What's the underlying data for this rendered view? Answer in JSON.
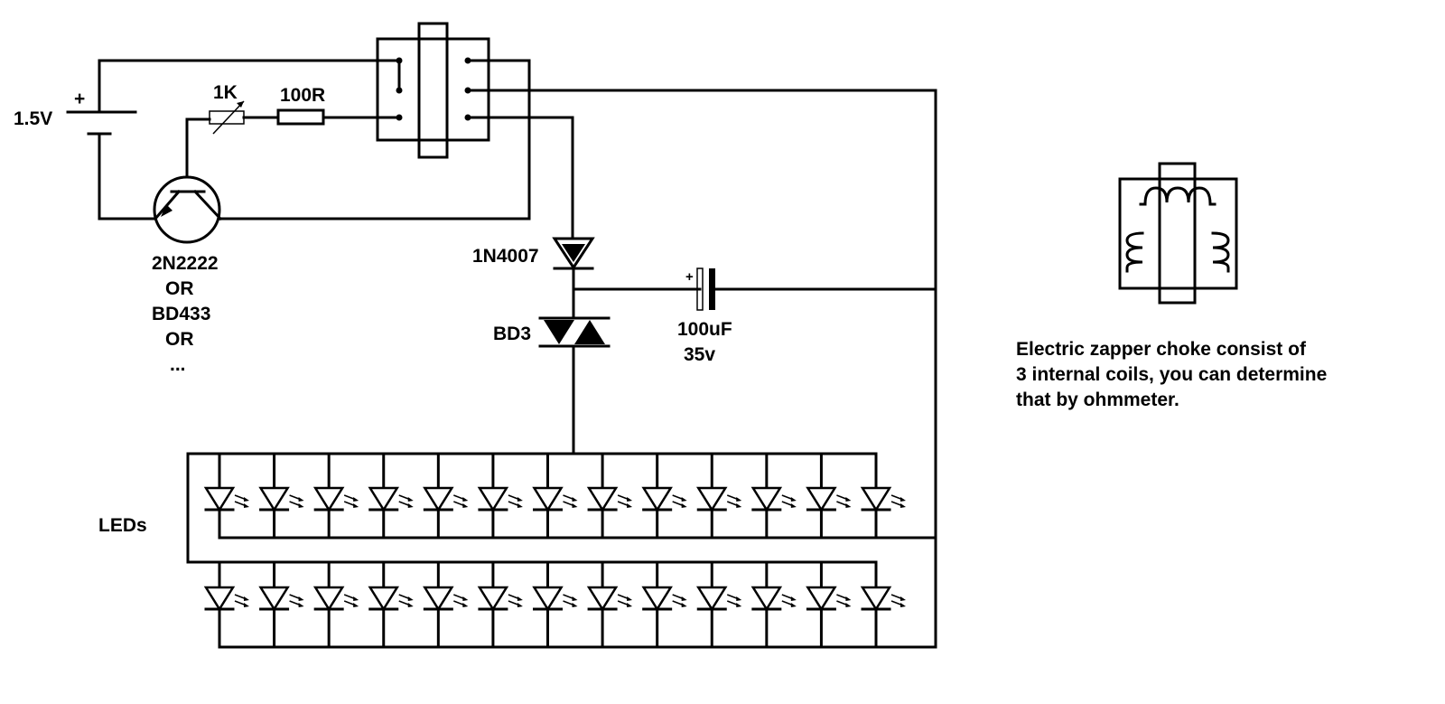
{
  "labels": {
    "battery_voltage": "1.5V",
    "battery_plus": "+",
    "pot": "1K",
    "resistor": "100R",
    "diode": "1N4007",
    "diac": "BD3",
    "cap_plus": "+",
    "cap_value": "100uF",
    "cap_voltage": "35v",
    "leds": "LEDs",
    "transistor": [
      "2N2222",
      "OR",
      "BD433",
      "OR",
      "..."
    ]
  },
  "note": [
    "Electric zapper choke consist of",
    "3 internal coils, you can determine",
    "that by ohmmeter."
  ],
  "led_rows": [
    {
      "name": "row-1",
      "count": 13
    },
    {
      "name": "row-2",
      "count": 13
    }
  ]
}
